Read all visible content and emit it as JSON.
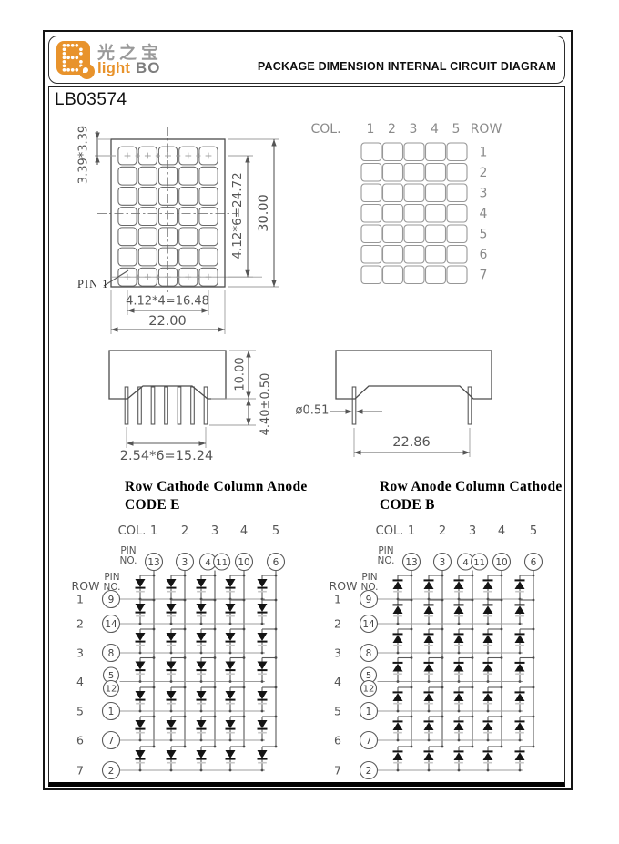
{
  "brand": {
    "logo_icon": "dot-matrix-b-with-magnifier",
    "chinese_name": "光之宝",
    "name_light": "light",
    "name_bo": "BO",
    "accent_color": "#E8932C"
  },
  "header": {
    "title": "PACKAGE DIMENSION INTERNAL CIRCUIT DIAGRAM"
  },
  "part_number": "LB03574",
  "front_view": {
    "pin1_label": "PIN 1",
    "dim_dot_pitch": "3.39*3.39",
    "dim_row_span": "4.12*6=24.72",
    "dim_height": "30.00",
    "dim_col_span": "4.12*4=16.48",
    "dim_width": "22.00"
  },
  "matrix_map": {
    "col_label": "COL.",
    "row_label": "ROW",
    "cols": [
      "1",
      "2",
      "3",
      "4",
      "5"
    ],
    "rows": [
      "1",
      "2",
      "3",
      "4",
      "5",
      "6",
      "7"
    ]
  },
  "side_view_front": {
    "dim_body_height": "10.00",
    "dim_pin_length": "4.40±0.50",
    "dim_pin_pitch": "2.54*6=15.24"
  },
  "side_view_side": {
    "dim_pin_dia": "ø0.51",
    "dim_pin_span": "22.86"
  },
  "circuits": [
    {
      "title": "Row Cathode Column Anode",
      "code": "CODE E",
      "polarity": "row-cathode",
      "diode_direction": "down",
      "col_label": "COL.",
      "pin_label": "PIN",
      "no_label": "NO.",
      "row_label": "ROW",
      "cols": [
        "1",
        "2",
        "3",
        "4",
        "5"
      ],
      "col_pins": [
        [
          "13"
        ],
        [
          "3"
        ],
        [
          "4",
          "11"
        ],
        [
          "10"
        ],
        [
          "6"
        ]
      ],
      "rows": [
        "1",
        "2",
        "3",
        "4",
        "5",
        "6",
        "7"
      ],
      "row_pins": [
        [
          "9"
        ],
        [
          "14"
        ],
        [
          "8"
        ],
        [
          "5",
          "12"
        ],
        [
          "1"
        ],
        [
          "7"
        ],
        [
          "2"
        ]
      ]
    },
    {
      "title": "Row Anode Column Cathode",
      "code": "CODE B",
      "polarity": "row-anode",
      "diode_direction": "up",
      "col_label": "COL.",
      "pin_label": "PIN",
      "no_label": "NO.",
      "row_label": "ROW",
      "cols": [
        "1",
        "2",
        "3",
        "4",
        "5"
      ],
      "col_pins": [
        [
          "13"
        ],
        [
          "3"
        ],
        [
          "4",
          "11"
        ],
        [
          "10"
        ],
        [
          "6"
        ]
      ],
      "rows": [
        "1",
        "2",
        "3",
        "4",
        "5",
        "6",
        "7"
      ],
      "row_pins": [
        [
          "9"
        ],
        [
          "14"
        ],
        [
          "8"
        ],
        [
          "5",
          "12"
        ],
        [
          "1"
        ],
        [
          "7"
        ],
        [
          "2"
        ]
      ]
    }
  ]
}
